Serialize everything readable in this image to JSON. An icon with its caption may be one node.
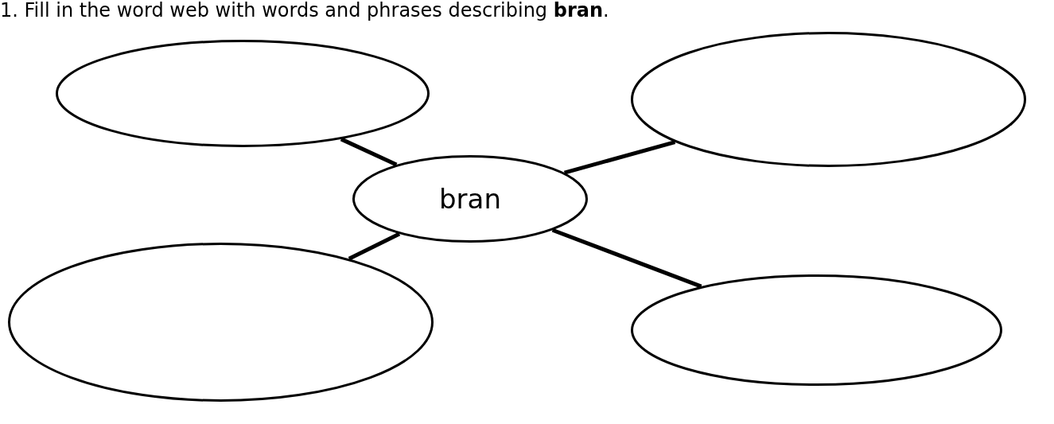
{
  "diagram": {
    "title": "1. Fill in the word web with words and phrases describing **bran**.",
    "nodes": [
      {
        "text": [
          "bran"
        ]
      },
      {
        "text": [],
        "shape": "ellipse"
      },
      {
        "text": [],
        "shape": "ellipse"
      },
      {
        "text": [],
        "shape": "ellipse"
      },
      {
        "text": [],
        "shape": "ellipse"
      }
    ],
    "edges": [
      {
        "from": 0,
        "to": 1,
        "arrow": "none"
      },
      {
        "from": 0,
        "to": 2,
        "arrow": "none"
      },
      {
        "from": 0,
        "to": 3,
        "arrow": "none"
      },
      {
        "from": 0,
        "to": 4,
        "arrow": "none"
      }
    ]
  }
}
